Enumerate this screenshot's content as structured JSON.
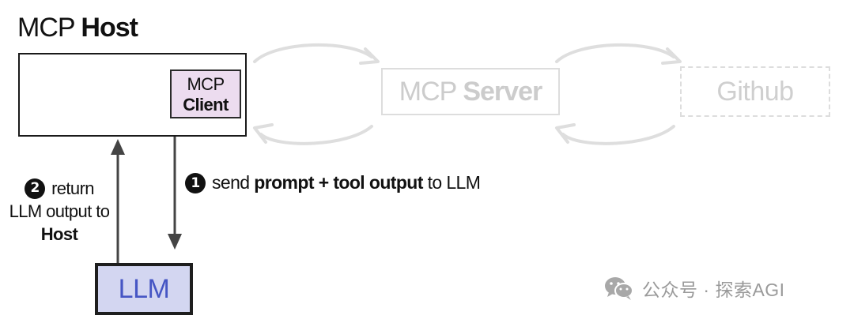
{
  "host": {
    "title_prefix": "MCP",
    "title_bold": "Host"
  },
  "client": {
    "line1": "MCP",
    "line2": "Client",
    "fill_color": "#ecdcef"
  },
  "server": {
    "prefix": "MCP",
    "bold": "Server"
  },
  "github": {
    "label": "Github"
  },
  "llm": {
    "label": "LLM",
    "fill_color": "#d3d6f1",
    "text_color": "#4656c4"
  },
  "step1": {
    "number": "1",
    "text_a": "send",
    "bold_a": "prompt",
    "plus": "+",
    "bold_b": "tool output",
    "text_b": "to LLM"
  },
  "step2": {
    "number": "2",
    "line1": "return",
    "line2": "LLM output to",
    "line3": "Host"
  },
  "watermark": {
    "icon": "wechat-icon",
    "text": "公众号 · 探索AGI"
  }
}
